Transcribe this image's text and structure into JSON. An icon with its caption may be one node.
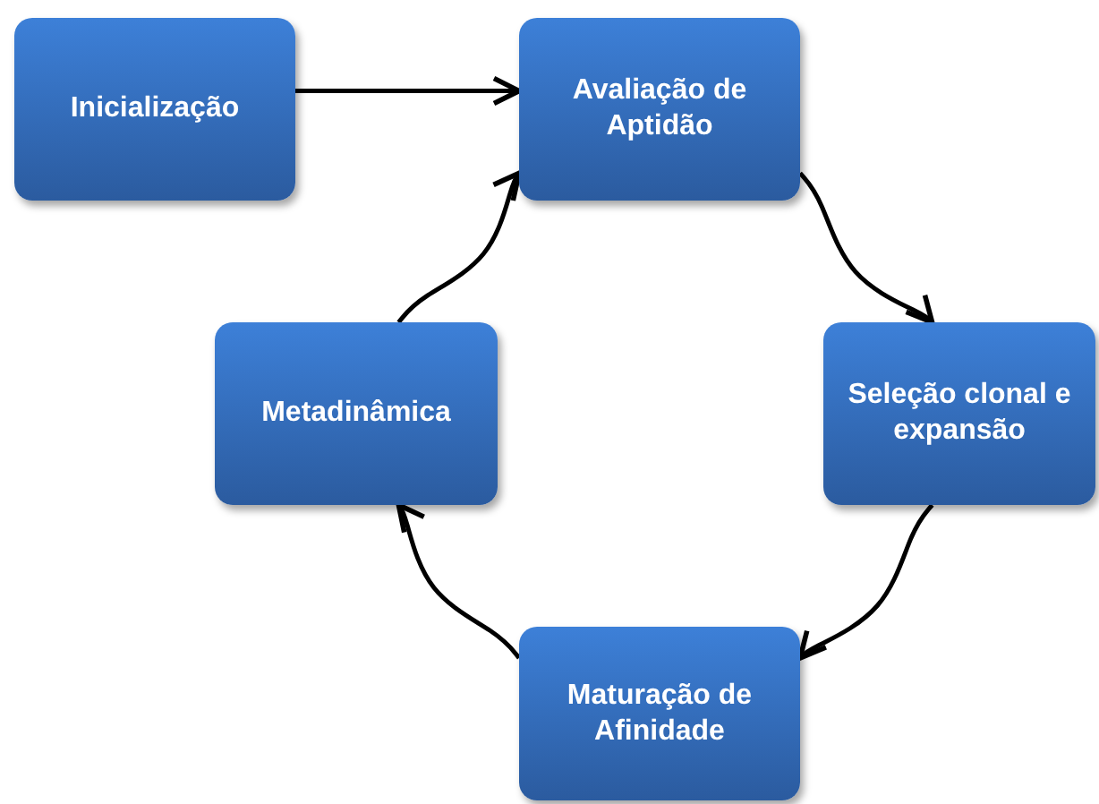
{
  "diagram": {
    "nodes": [
      {
        "text": [
          "Inicialização"
        ]
      },
      {
        "text": [
          "Avaliação de Aptidão"
        ]
      },
      {
        "text": [
          "Seleção clonal e expansão"
        ]
      },
      {
        "text": [
          "Maturação de Afinidade"
        ]
      },
      {
        "text": [
          "Metadinâmica"
        ]
      }
    ],
    "edges": [
      {
        "from": 0,
        "to": 1,
        "arrow": "to"
      },
      {
        "from": 1,
        "to": 2,
        "arrow": "to"
      },
      {
        "from": 2,
        "to": 3,
        "arrow": "to"
      },
      {
        "from": 3,
        "to": 4,
        "arrow": "to"
      },
      {
        "from": 4,
        "to": 1,
        "arrow": "to"
      }
    ]
  }
}
